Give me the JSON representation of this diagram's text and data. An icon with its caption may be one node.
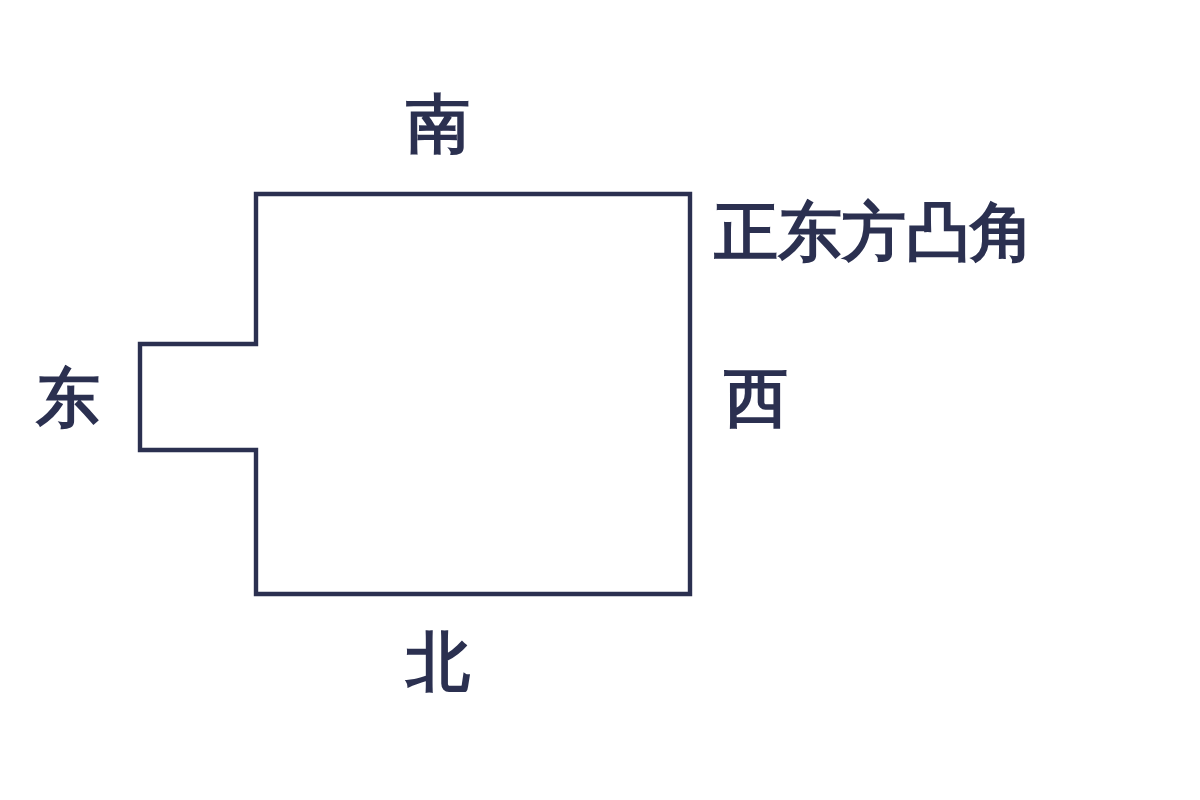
{
  "diagram": {
    "labels": [
      "南",
      "正东方凸角",
      "东",
      "西",
      "北"
    ]
  }
}
